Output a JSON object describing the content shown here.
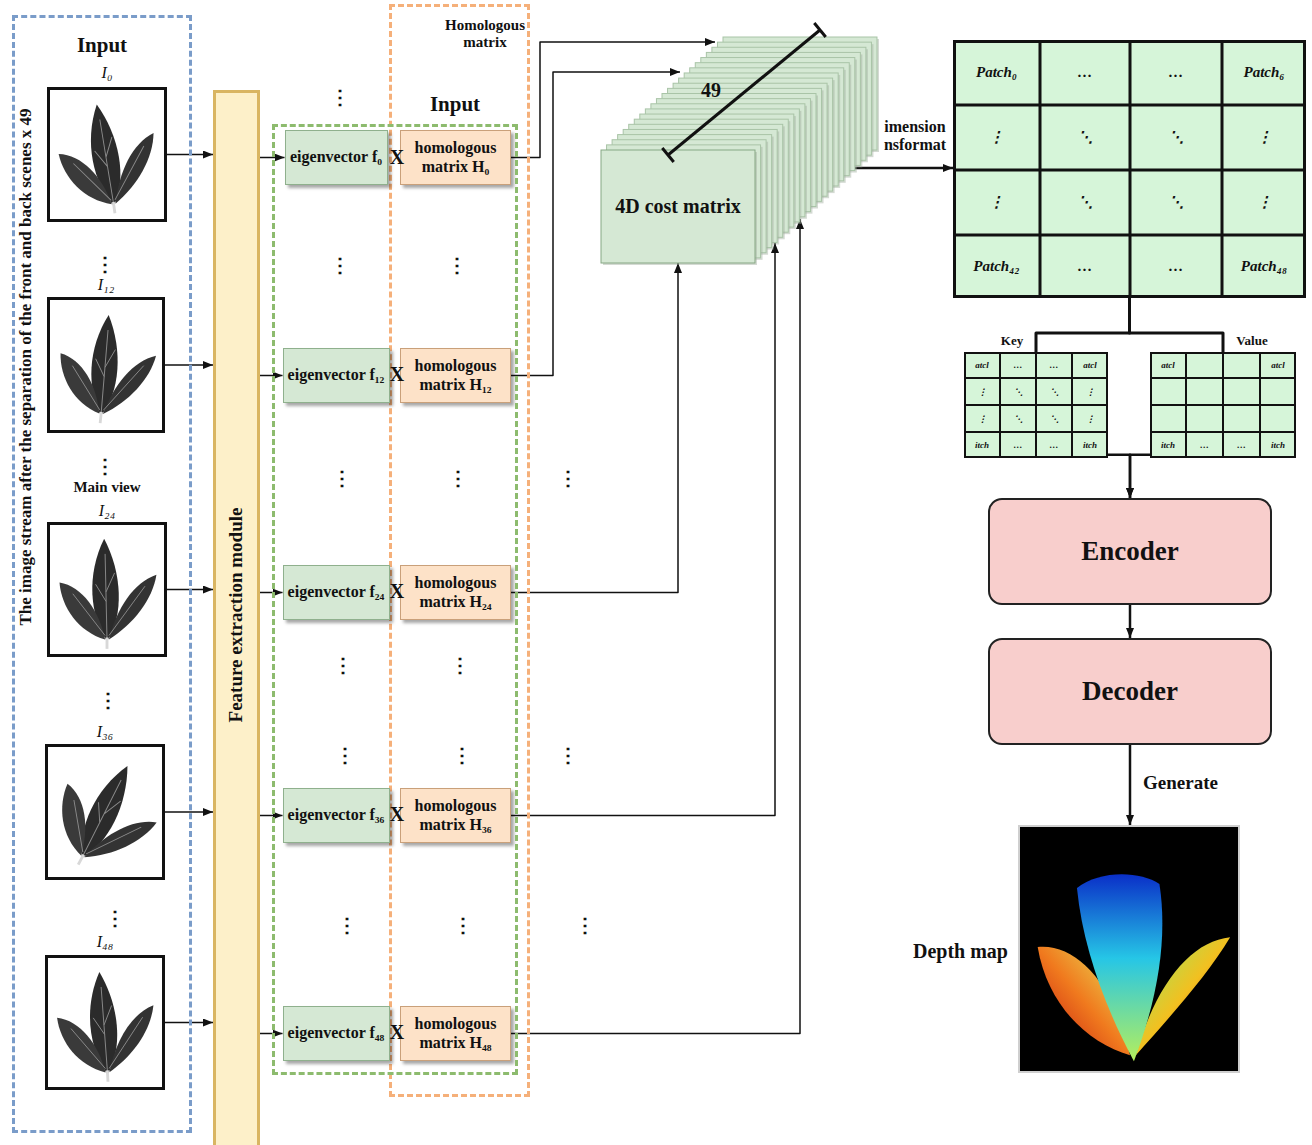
{
  "diagram": {
    "nodes": [
      {
        "text": [
          "Input",
          "The image stream after the separation of the front and back scenes x 49"
        ]
      },
      {
        "text": [
          "I₀"
        ],
        "in": 0
      },
      {
        "text": [
          "I₁₂"
        ],
        "in": 0
      },
      {
        "text": [
          "Main view",
          "I₂₄"
        ],
        "in": 0
      },
      {
        "text": [
          "I₃₆"
        ],
        "in": 0
      },
      {
        "text": [
          "I₄₈"
        ],
        "in": 0
      },
      {
        "text": [
          "Feature extraction module"
        ]
      },
      {
        "text": [
          "Homologous matrix"
        ]
      },
      {
        "text": [
          "Input"
        ]
      },
      {
        "text": [
          "eigenvector f₀"
        ],
        "in": 8
      },
      {
        "text": [
          "homologous matrix H₀"
        ],
        "in": 7
      },
      {
        "text": [
          "eigenvector f₁₂"
        ],
        "in": 8
      },
      {
        "text": [
          "homologous matrix H₁₂"
        ],
        "in": 7
      },
      {
        "text": [
          "eigenvector f₂₄"
        ],
        "in": 8
      },
      {
        "text": [
          "homologous matrix H₂₄"
        ],
        "in": 7
      },
      {
        "text": [
          "eigenvector f₃₆"
        ],
        "in": 8
      },
      {
        "text": [
          "homologous matrix H₃₆"
        ],
        "in": 7
      },
      {
        "text": [
          "eigenvector f₄₈"
        ],
        "in": 8
      },
      {
        "text": [
          "homologous matrix H₄₈"
        ],
        "in": 7
      },
      {
        "text": [
          "4D cost matrix"
        ]
      },
      {
        "text": [
          "Patch₀",
          "…",
          "…",
          "Patch₆",
          "⋮",
          "⋱",
          "⋱",
          "⋮",
          "⋮",
          "⋱",
          "⋱",
          "⋮",
          "Patch₄₂",
          "…",
          "…",
          "Patch₄₈"
        ]
      },
      {
        "text": [
          "Key",
          "atcl",
          "…",
          "…",
          "atcl",
          "⋮",
          "⋱",
          "⋱",
          "⋮",
          "⋮",
          "⋱",
          "⋱",
          "⋮",
          "itch",
          "…",
          "…",
          "itch"
        ]
      },
      {
        "text": [
          "Value",
          "atcl",
          "atcl",
          "itch",
          "…",
          "…",
          "itch"
        ]
      },
      {
        "text": [
          "Encoder"
        ]
      },
      {
        "text": [
          "Decoder"
        ]
      },
      {
        "text": [
          "Depth map"
        ]
      }
    ],
    "edges": [
      {
        "from": 1,
        "to": 6,
        "arrow": "to"
      },
      {
        "from": 2,
        "to": 6,
        "arrow": "to"
      },
      {
        "from": 3,
        "to": 6,
        "arrow": "to"
      },
      {
        "from": 4,
        "to": 6,
        "arrow": "to"
      },
      {
        "from": 5,
        "to": 6,
        "arrow": "to"
      },
      {
        "from": 6,
        "to": 9,
        "arrow": "to"
      },
      {
        "from": 6,
        "to": 11,
        "arrow": "to"
      },
      {
        "from": 6,
        "to": 13,
        "arrow": "to"
      },
      {
        "from": 6,
        "to": 15,
        "arrow": "to"
      },
      {
        "from": 6,
        "to": 17,
        "arrow": "to"
      },
      {
        "from": 10,
        "to": 19,
        "arrow": "to"
      },
      {
        "from": 12,
        "to": 19,
        "arrow": "to"
      },
      {
        "from": 14,
        "to": 19,
        "arrow": "to"
      },
      {
        "from": 16,
        "to": 19,
        "arrow": "to"
      },
      {
        "from": 18,
        "to": 19,
        "arrow": "to"
      },
      {
        "from": 19,
        "to": 20,
        "label": "imension nsformat",
        "arrow": "to"
      },
      {
        "from": 20,
        "to": 21,
        "arrow": "none"
      },
      {
        "from": 20,
        "to": 22,
        "arrow": "none"
      },
      {
        "from": 21,
        "to": 23,
        "arrow": "to"
      },
      {
        "from": 22,
        "to": 23,
        "arrow": "to"
      },
      {
        "from": 23,
        "to": 24,
        "arrow": "to"
      },
      {
        "from": 24,
        "to": 25,
        "label": "Generate",
        "arrow": "to"
      }
    ],
    "labels": [
      "⋮",
      "⋮",
      "⋮",
      "⋮",
      "⋮",
      "X",
      "⋮",
      "⋮",
      "X",
      "⋮",
      "⋮",
      "⋮",
      "X",
      "⋮",
      "⋮",
      "⋮",
      "⋮",
      "⋮",
      "X",
      "⋮",
      "⋮",
      "⋮",
      "X",
      "49"
    ]
  }
}
